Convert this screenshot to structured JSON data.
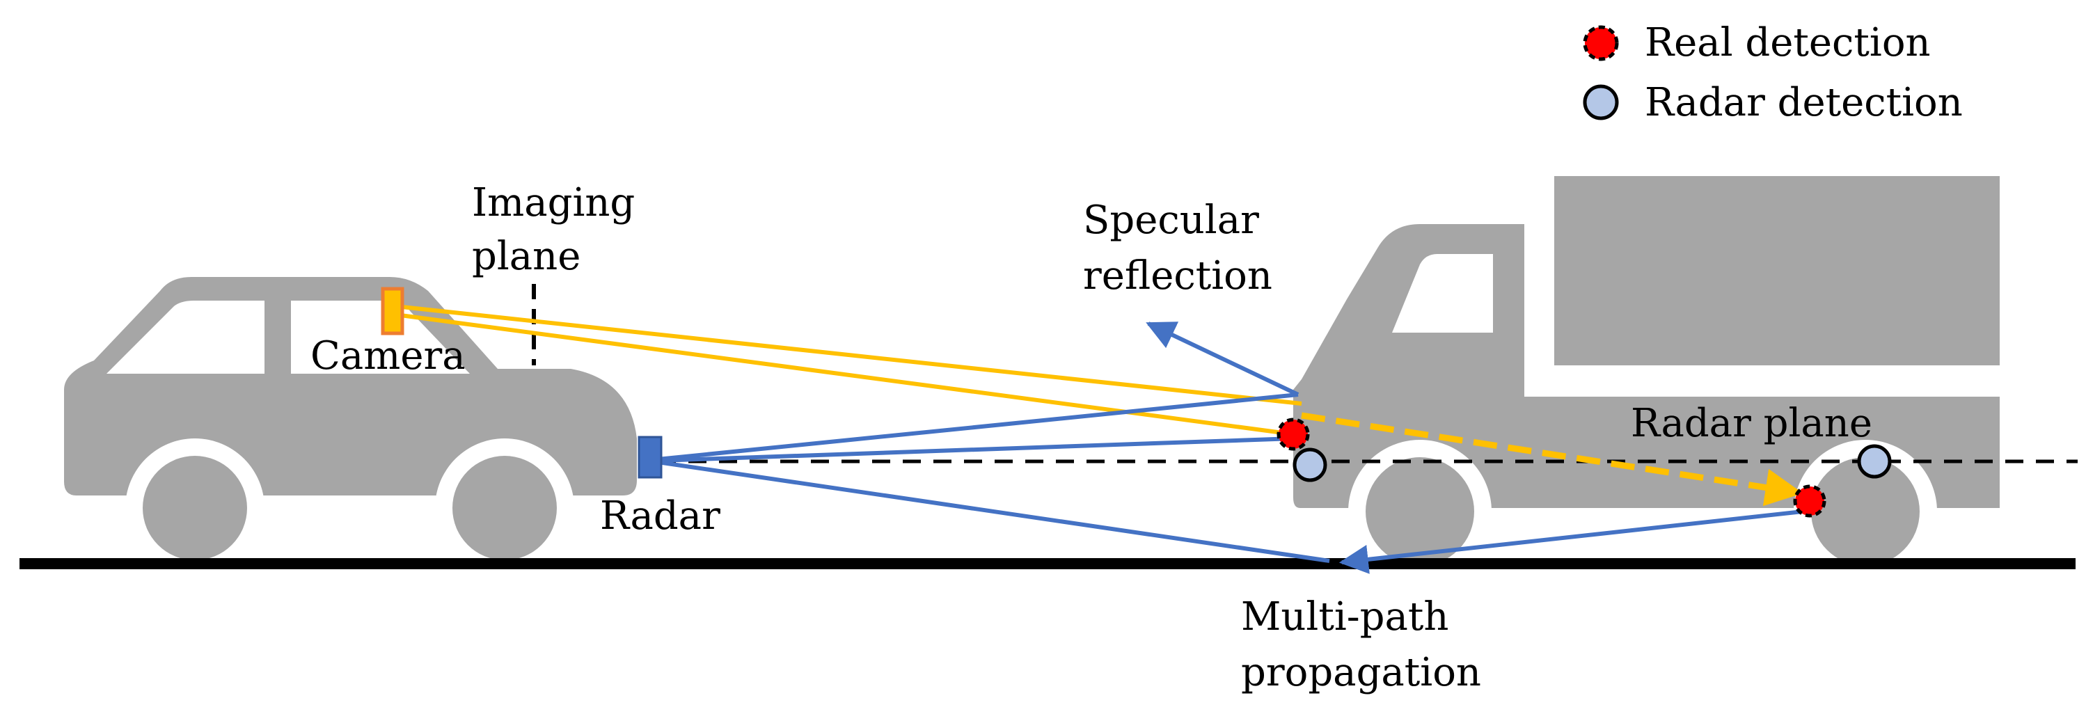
{
  "legend": {
    "real_detection": "Real detection",
    "radar_detection": "Radar detection"
  },
  "labels": {
    "imaging_plane_line1": "Imaging",
    "imaging_plane_line2": "plane",
    "camera": "Camera",
    "radar": "Radar",
    "specular_line1": "Specular",
    "specular_line2": "reflection",
    "radar_plane": "Radar plane",
    "multipath_line1": "Multi-path",
    "multipath_line2": "propagation"
  },
  "colors": {
    "vehicle": "#a6a6a6",
    "ground": "#000000",
    "camera_ray": "#ffc000",
    "radar_ray": "#4472c4",
    "camera_fill": "#ffc000",
    "camera_stroke": "#ed7d31",
    "radar_sensor": "#4472c4",
    "real_detection": "#ff0000",
    "radar_detection": "#b4c7e7"
  }
}
